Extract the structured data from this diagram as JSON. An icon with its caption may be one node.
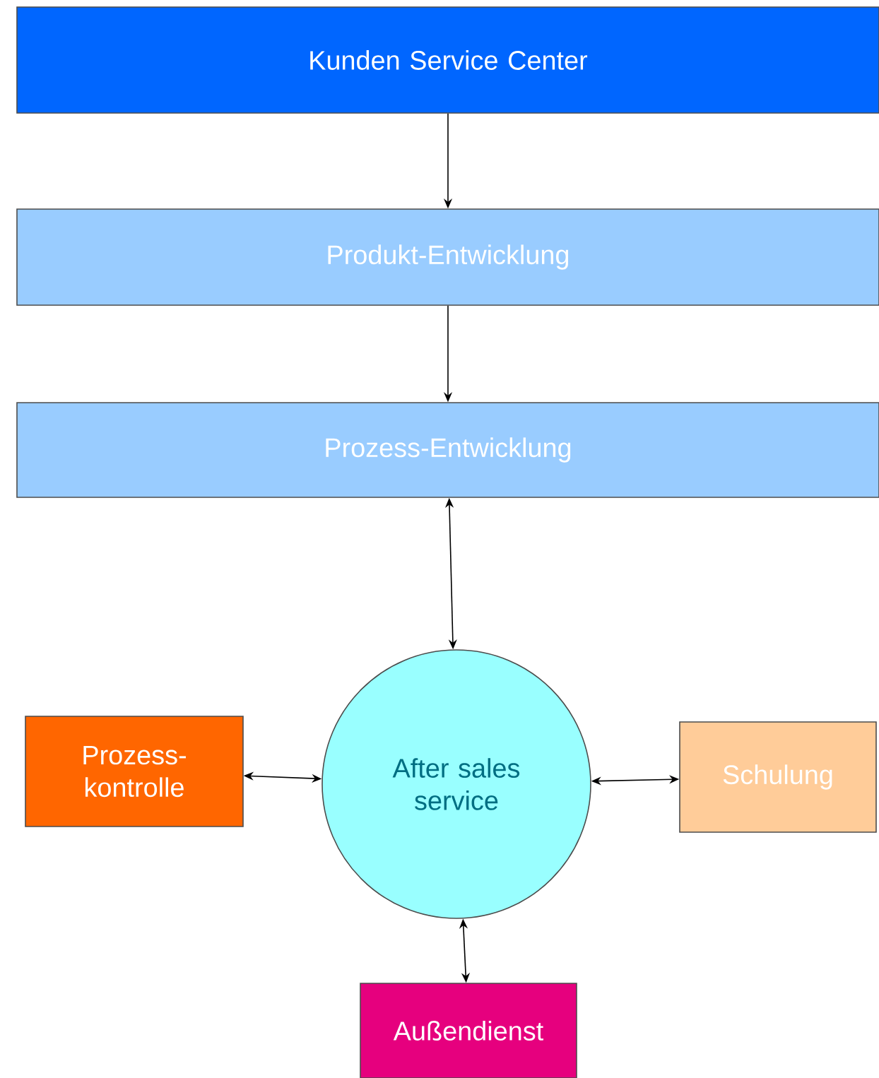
{
  "diagram": {
    "nodes": [
      {
        "text": [
          "Kunden Service Center"
        ]
      },
      {
        "text": [
          "Produkt-Entwicklung"
        ]
      },
      {
        "text": [
          "Prozess-Entwicklung"
        ]
      },
      {
        "text": [
          "After sales service"
        ]
      },
      {
        "text": [
          "Prozess-kontrolle"
        ]
      },
      {
        "text": [
          "Schulung"
        ]
      },
      {
        "text": [
          "Außendienst"
        ]
      }
    ],
    "edges": [
      {
        "from": 0,
        "to": 1,
        "arrow": "to"
      },
      {
        "from": 1,
        "to": 2,
        "arrow": "to"
      },
      {
        "from": 2,
        "to": 3,
        "arrow": "both"
      },
      {
        "from": 4,
        "to": 3,
        "arrow": "both"
      },
      {
        "from": 3,
        "to": 5,
        "arrow": "both"
      },
      {
        "from": 3,
        "to": 6,
        "arrow": "both"
      }
    ]
  }
}
